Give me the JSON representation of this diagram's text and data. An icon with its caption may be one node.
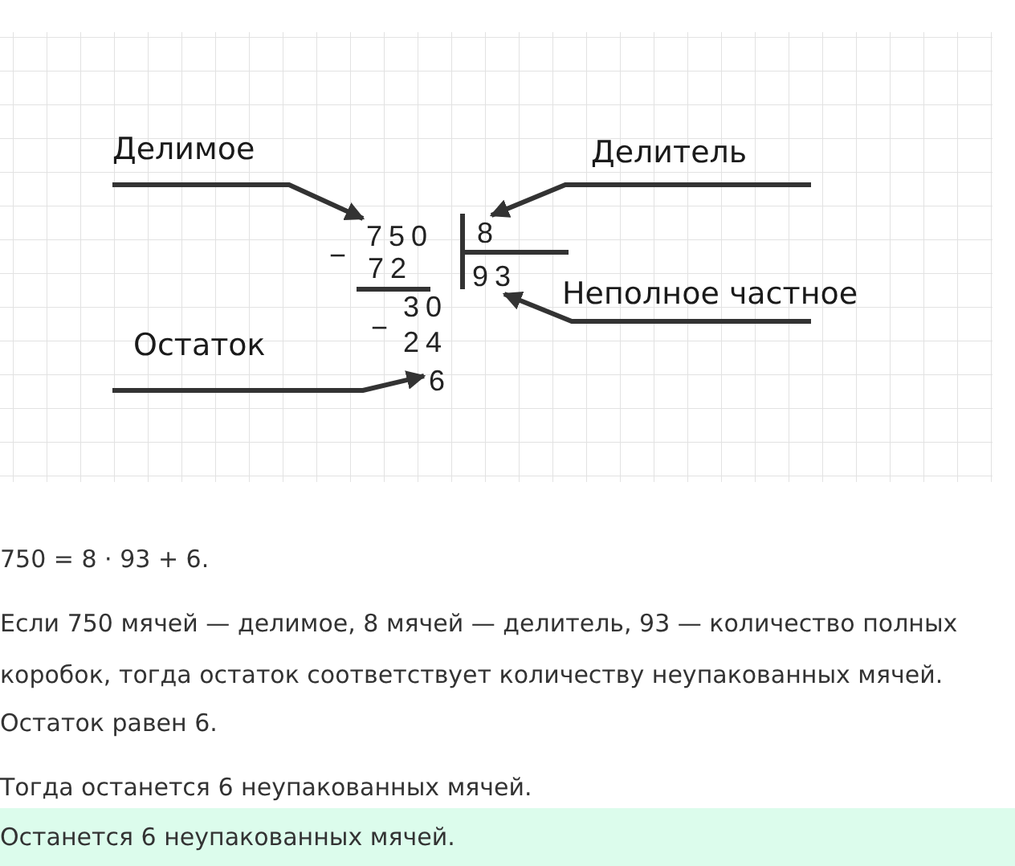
{
  "diagram": {
    "nodes": [
      {
        "text": [
          "Делимое"
        ]
      },
      {
        "text": [
          "750"
        ]
      },
      {
        "text": [
          "Делитель"
        ]
      },
      {
        "text": [
          "8"
        ]
      },
      {
        "text": [
          "Неполное частное"
        ]
      },
      {
        "text": [
          "93"
        ]
      },
      {
        "text": [
          "Остаток"
        ]
      },
      {
        "text": [
          "6"
        ]
      },
      {
        "text": [
          "Останется 6 неупакованных мячей."
        ]
      }
    ],
    "edges": [
      {
        "from": 0,
        "to": 1,
        "arrow": "to"
      },
      {
        "from": 2,
        "to": 3,
        "arrow": "to"
      },
      {
        "from": 4,
        "to": 5,
        "arrow": "to"
      },
      {
        "from": 6,
        "to": 7,
        "arrow": "to"
      }
    ],
    "labels": [
      "−",
      "72",
      "30",
      "−",
      "24",
      "750 = 8 · 93 + 6.",
      "Если 750 мячей — делимое, 8 мячей — делитель, 93 — количество полных коробок, тогда остаток соответствует количеству неупакованных мячей.",
      "Остаток равен 6.",
      "Тогда останется 6 неупакованных мячей."
    ]
  }
}
